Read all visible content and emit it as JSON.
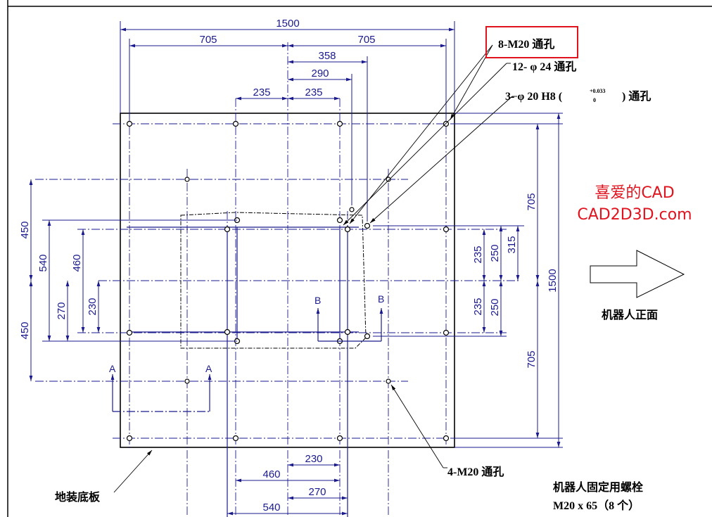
{
  "dimensions": {
    "top_overall": "1500",
    "top_left_half": "705",
    "top_right_half": "705",
    "top_358": "358",
    "top_290": "290",
    "top_235_left": "235",
    "top_235_right": "235",
    "left_450_top": "450",
    "left_540": "540",
    "left_460": "460",
    "left_270": "270",
    "left_230": "230",
    "left_450_bottom": "450",
    "right_705_top": "705",
    "right_1500": "1500",
    "right_705_bottom": "705",
    "right_315": "315",
    "right_250_top": "250",
    "right_235_top": "235",
    "right_235_bottom": "235",
    "right_250_bottom": "250",
    "bottom_230": "230",
    "bottom_460": "460",
    "bottom_270": "270",
    "bottom_540": "540"
  },
  "callouts": {
    "m20_8": "8-M20  通孔",
    "phi24_12": "12- φ 24  通孔",
    "phi20_prefix": "3-  φ 20 H8 (",
    "tol_upper": "+0.033",
    "tol_lower": "0",
    "phi20_suffix": ")  通孔",
    "m20_4": "4-M20  通孔",
    "base_plate": "地装底板"
  },
  "sections": {
    "a_left": "A",
    "a_right": "A",
    "b_left": "B",
    "b_right": "B"
  },
  "branding": {
    "line1": "喜爱的CAD",
    "line2": "CAD2D3D.com",
    "color": "#e0141e"
  },
  "front": {
    "label": "机器人正面"
  },
  "bolts": {
    "line1": "机器人固定用螺栓",
    "line2": "M20 x 65（8 个）"
  },
  "colors": {
    "dimension_line": "#1a1a8c",
    "outline": "#000000",
    "highlight_box": "#e0141e"
  }
}
